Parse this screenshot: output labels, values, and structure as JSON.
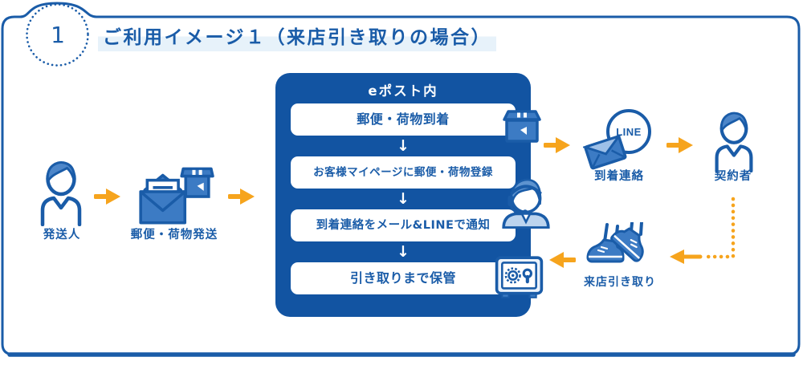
{
  "badge": {
    "number": "1"
  },
  "header": {
    "title": "ご利用イメージ１（来店引き取りの場合）"
  },
  "flow": {
    "sender_label": "発送人",
    "shipping_label": "郵便・荷物発送",
    "epost": {
      "header": "eポスト内",
      "steps": [
        "郵便・荷物到着",
        "お客様マイページに郵便・荷物登録",
        "到着連絡をメール&LINEで通知",
        "引き取りまで保管"
      ],
      "down_arrow": "↓"
    },
    "arrival_label": "到着連絡",
    "line_bubble_text": "LINE",
    "contractor_label": "契約者",
    "pickup_label": "来店引き取り"
  },
  "colors": {
    "outline_blue": "#1A5CA8",
    "panel_blue": "#1254A2",
    "mid_blue": "#3C7BC4",
    "light_blue": "#A9C9EA",
    "title_highlight": "#E7F2FA",
    "arrow_orange": "#F6A41D"
  }
}
